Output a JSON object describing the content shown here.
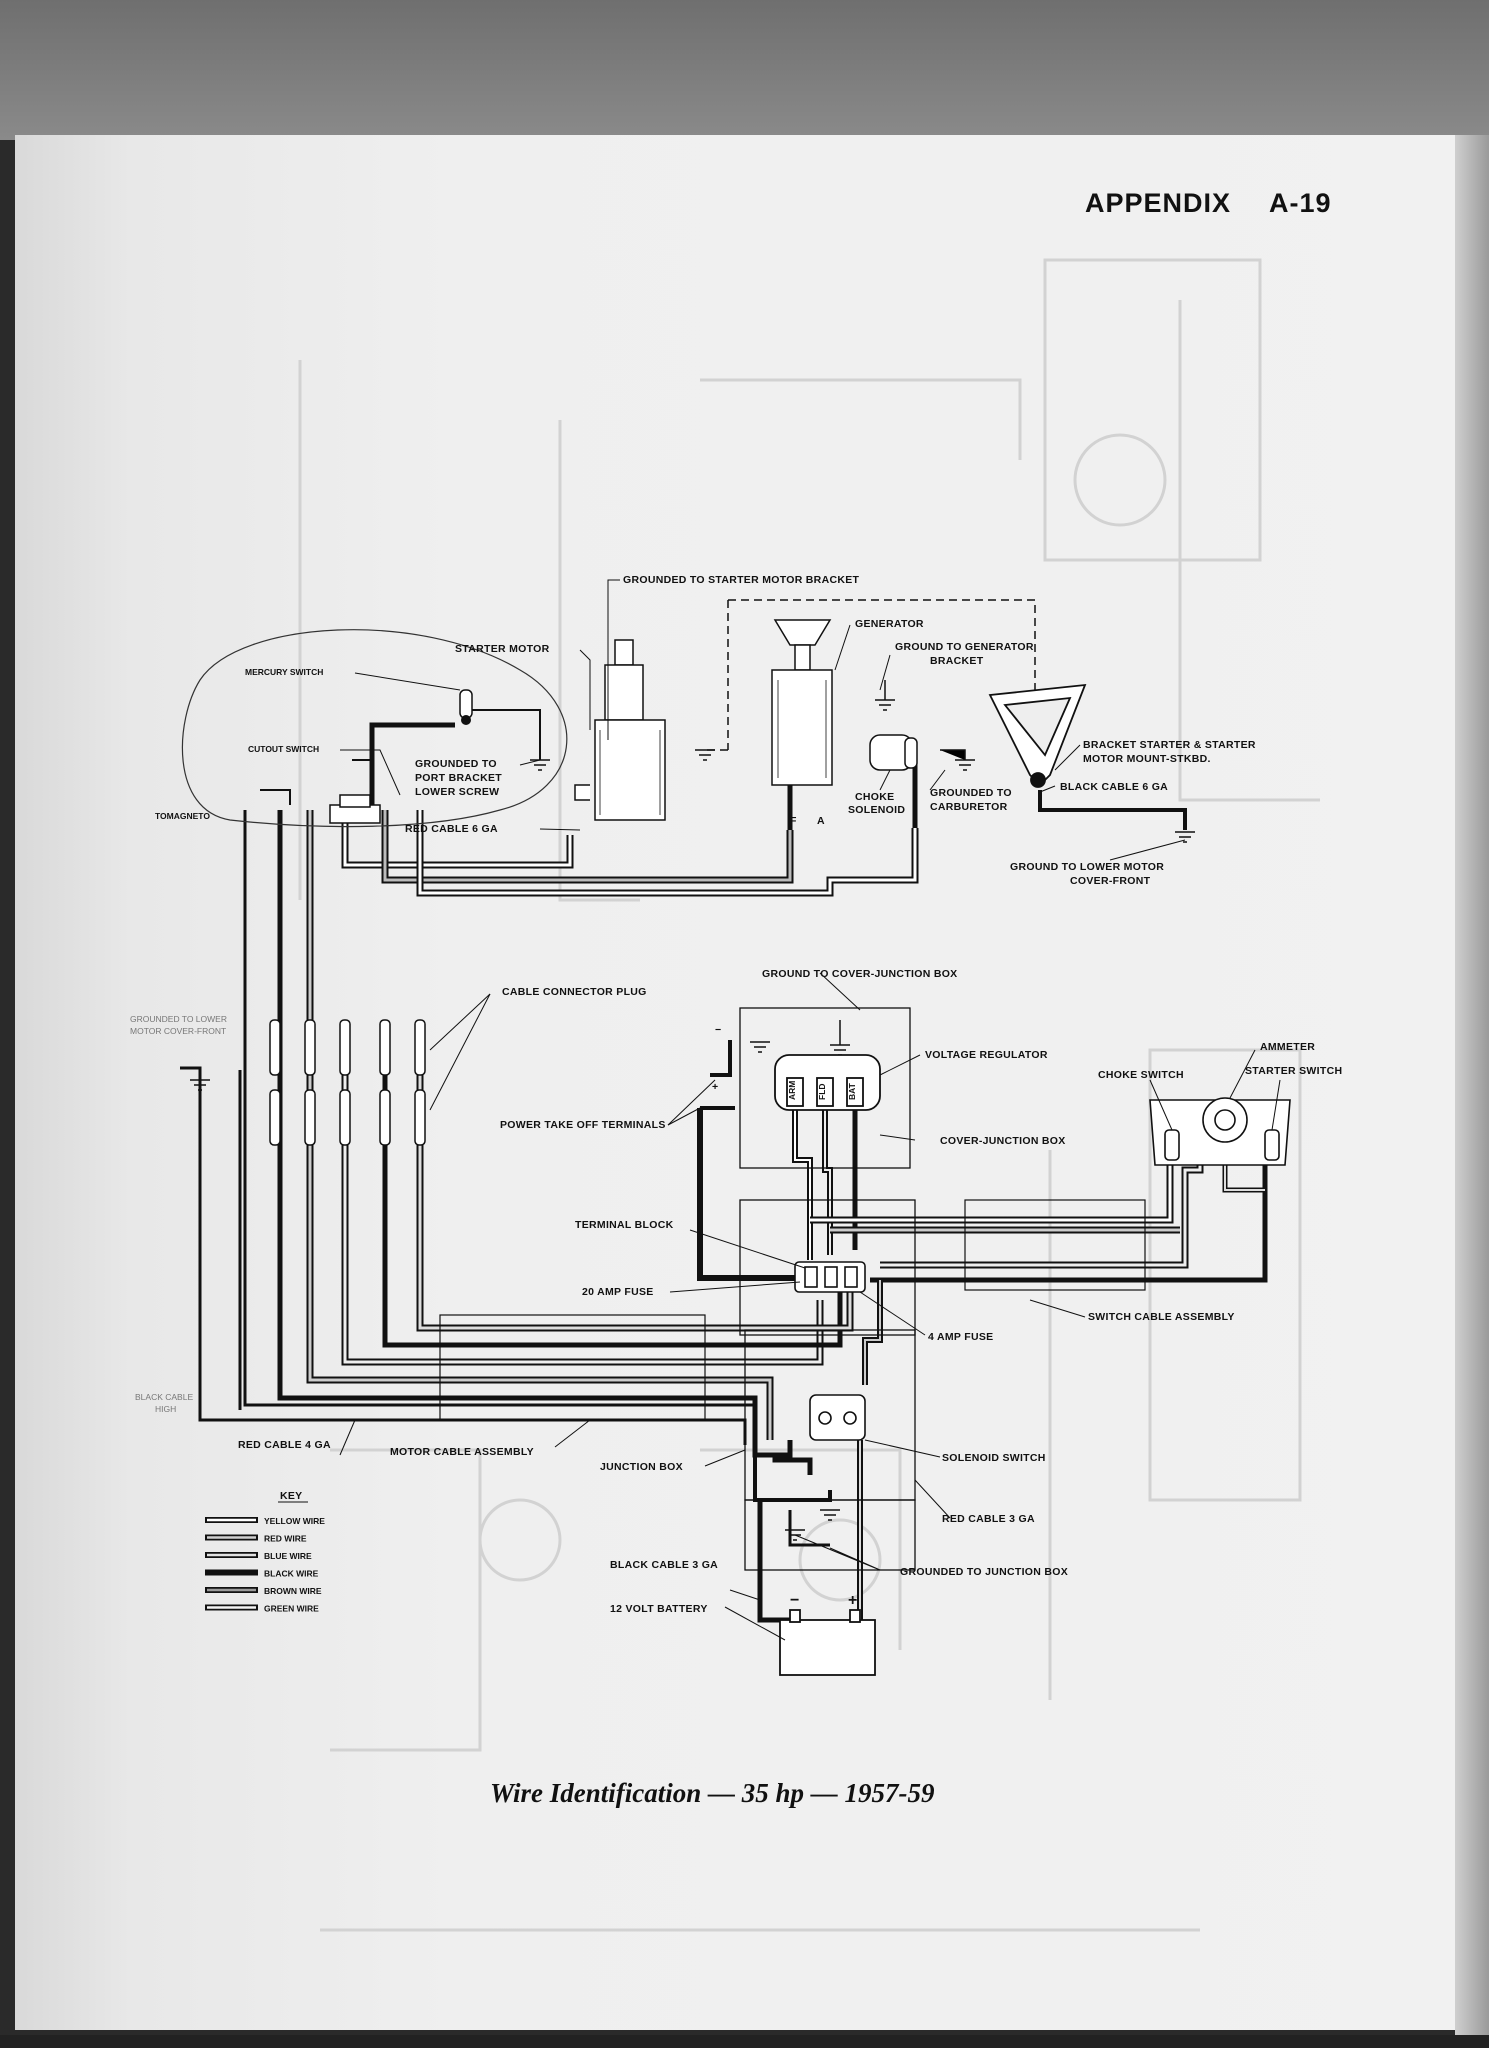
{
  "header": {
    "appendix": "APPENDIX",
    "page": "A-19"
  },
  "caption": "Wire Identification — 35 hp — 1957-59",
  "labels": {
    "grounded_starter_bracket": "GROUNDED TO STARTER MOTOR BRACKET",
    "starter_motor": "STARTER MOTOR",
    "generator": "GENERATOR",
    "ground_generator_bracket_1": "GROUND TO GENERATOR",
    "ground_generator_bracket_2": "BRACKET",
    "mercury_switch": "MERCURY SWITCH",
    "cutout_switch": "CUTOUT SWITCH",
    "tomagneto": "TOMAGNETO",
    "grounded_port_1": "GROUNDED TO",
    "grounded_port_2": "PORT BRACKET",
    "grounded_port_3": "LOWER SCREW",
    "red_cable_6ga": "RED CABLE 6 GA",
    "choke_solenoid_1": "CHOKE",
    "choke_solenoid_2": "SOLENOID",
    "grounded_carburetor_1": "GROUNDED TO",
    "grounded_carburetor_2": "CARBURETOR",
    "bracket_starter_1": "BRACKET STARTER & STARTER",
    "bracket_starter_2": "MOTOR MOUNT-STKBD.",
    "black_cable_6ga": "BLACK CABLE 6 GA",
    "ground_lower_motor_1": "GROUND TO LOWER MOTOR",
    "ground_lower_motor_2": "COVER-FRONT",
    "gen_f": "F",
    "gen_a": "A",
    "ground_cover_junction": "GROUND TO COVER-JUNCTION BOX",
    "cable_connector_plug": "CABLE CONNECTOR PLUG",
    "grounded_lower_1": "GROUNDED TO LOWER",
    "grounded_lower_2": "MOTOR COVER-FRONT",
    "voltage_regulator": "VOLTAGE REGULATOR",
    "ammeter": "AMMETER",
    "choke_switch": "CHOKE SWITCH",
    "starter_switch": "STARTER SWITCH",
    "power_take_off": "POWER TAKE OFF TERMINALS",
    "reg_arm": "ARM",
    "reg_fld": "FLD",
    "reg_bat": "BAT",
    "cover_junction_box": "COVER-JUNCTION BOX",
    "terminal_block": "TERMINAL BLOCK",
    "amp_fuse_20": "20 AMP FUSE",
    "amp_fuse_4": "4 AMP FUSE",
    "switch_cable_assembly": "SWITCH CABLE ASSEMBLY",
    "black_cable_high": "BLACK CABLE",
    "black_cable_high_2": "HIGH",
    "red_cable_4ga": "RED CABLE 4 GA",
    "motor_cable_assembly": "MOTOR CABLE ASSEMBLY",
    "junction_box": "JUNCTION BOX",
    "solenoid_switch": "SOLENOID SWITCH",
    "red_cable_3ga": "RED CABLE 3 GA",
    "black_cable_3ga": "BLACK CABLE 3 GA",
    "grounded_junction_box": "GROUNDED TO JUNCTION BOX",
    "battery": "12 VOLT BATTERY",
    "plus": "+",
    "minus": "−"
  },
  "key": {
    "title": "KEY",
    "items": [
      {
        "label": "YELLOW WIRE",
        "color": "#ffffff"
      },
      {
        "label": "RED WIRE",
        "color": "#cfcfcf"
      },
      {
        "label": "BLUE WIRE",
        "color": "#e2e2e2"
      },
      {
        "label": "BLACK WIRE",
        "color": "#111111"
      },
      {
        "label": "BROWN WIRE",
        "color": "#9a9a9a"
      },
      {
        "label": "GREEN WIRE",
        "color": "#f4f4f4"
      }
    ]
  }
}
